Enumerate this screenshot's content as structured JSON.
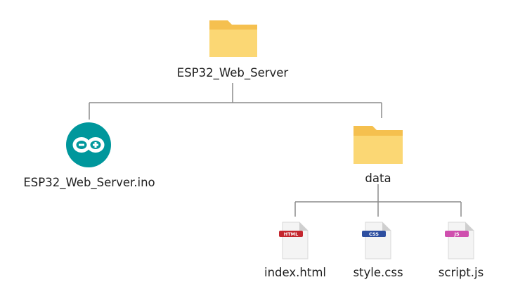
{
  "root": {
    "label": "ESP32_Web_Server",
    "icon": "folder-icon"
  },
  "children": [
    {
      "label": "ESP32_Web_Server.ino",
      "icon": "arduino-icon"
    },
    {
      "label": "data",
      "icon": "folder-icon"
    }
  ],
  "data_files": [
    {
      "label": "index.html",
      "badge": "HTML",
      "icon": "html-file-icon",
      "badge_color": "#c4262e"
    },
    {
      "label": "style.css",
      "badge": "CSS",
      "icon": "css-file-icon",
      "badge_color": "#2e4fa0"
    },
    {
      "label": "script.js",
      "badge": "JS",
      "icon": "js-file-icon",
      "badge_color": "#cf4fae"
    }
  ],
  "colors": {
    "folder_back": "#f5c04f",
    "folder_front": "#fbd774",
    "arduino_teal": "#00979c",
    "connector": "#8c8c8c",
    "page_white": "#f4f4f4",
    "page_fold": "#cfcfcf"
  }
}
